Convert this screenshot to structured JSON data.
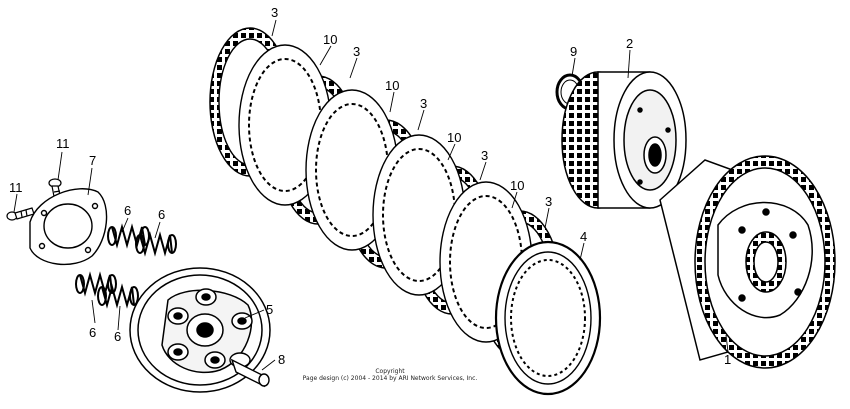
{
  "callouts": {
    "c1": "1",
    "c2": "2",
    "c3a": "3",
    "c3b": "3",
    "c3c": "3",
    "c3d": "3",
    "c3e": "3",
    "c4": "4",
    "c5": "5",
    "c6a": "6",
    "c6b": "6",
    "c6c": "6",
    "c6d": "6",
    "c7": "7",
    "c8": "8",
    "c9": "9",
    "c10a": "10",
    "c10b": "10",
    "c10c": "10",
    "c10d": "10",
    "c11a": "11",
    "c11b": "11"
  },
  "copyright": {
    "line1": "Copyright",
    "line2": "Page design (c) 2004 - 2014 by ARI Network Services, Inc."
  },
  "colors": {
    "ink": "#000000",
    "paper": "#ffffff"
  }
}
